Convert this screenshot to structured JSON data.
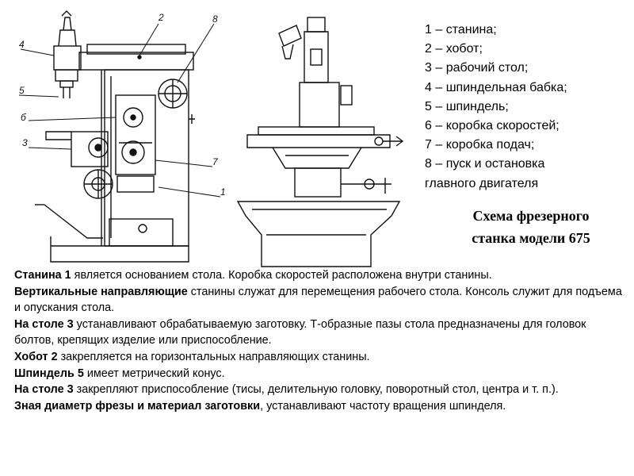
{
  "callouts": [
    "4",
    "5",
    "б",
    "3",
    "2",
    "8",
    "7",
    "1"
  ],
  "legend": [
    " 1 – станина;",
    "2 – хобот;",
    "3 – рабочий стол;",
    "4 – шпиндельная бабка;",
    "5 – шпиндель;",
    "6 – коробка скоростей;",
    "7 – коробка подач;",
    " 8 – пуск и остановка",
    "главного двигателя"
  ],
  "caption": {
    "line1": "Схема фрезерного",
    "line2": "станка модели 675"
  },
  "paragraphs": [
    {
      "indent": "  ",
      "bold": "Станина 1",
      "rest": " является основанием стола. Коробка скоростей расположена внутри станины."
    },
    {
      "indent": "   ",
      "bold": "Вертикальные направляющие",
      "rest": " станины служат для перемещения рабочего стола. Консоль служит для подъема и опускания стола."
    },
    {
      "indent": "   ",
      "bold": "На столе 3",
      "rest": " устанавливают обрабатываемую заготовку. Т-образные пазы стола предназначены для головок болтов, крепящих изделие или приспособление."
    },
    {
      "indent": "   ",
      "bold": "Хобот 2",
      "rest": " закрепляется на горизонтальных направляющих станины."
    },
    {
      "indent": "   ",
      "bold": "Шпиндель 5",
      "rest": " имеет метрический конус."
    },
    {
      "indent": "  ",
      "bold": "На столе 3",
      "rest": " закрепляют приспособление (тисы, делительную головку, поворотный стол, центра и т. п.)."
    },
    {
      "indent": "  ",
      "bold": "Зная диаметр фрезы и материал заготовки",
      "rest": ", устанавливают частоту вращения шпинделя."
    }
  ]
}
